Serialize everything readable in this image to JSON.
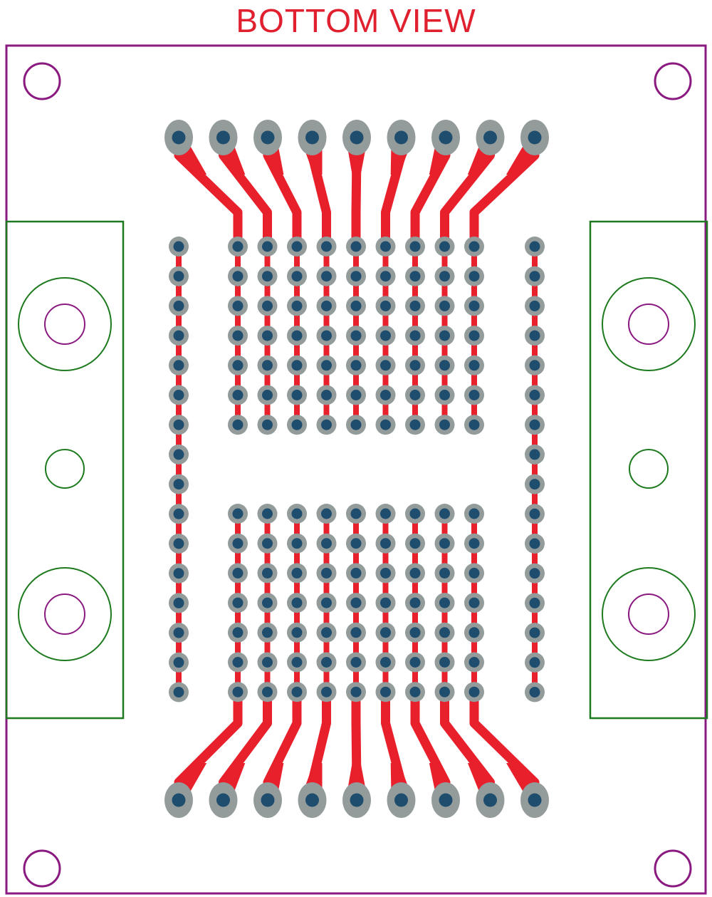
{
  "title": "BOTTOM VIEW",
  "colors": {
    "title": "#e0202e",
    "board_outline": "#8a1a80",
    "bracket_outline": "#1e7a1e",
    "mount_hole": "#8a1a80",
    "copper_trace": "#e8202c",
    "pad": "#939b9b",
    "drill": "#1f4d6e"
  },
  "pads": {
    "header_columns": 9,
    "header_rows": 2,
    "grid_columns": 9,
    "grid_rows_per_block": 7,
    "grid_blocks": 2,
    "side_column_rows": 16,
    "side_columns": 2
  }
}
